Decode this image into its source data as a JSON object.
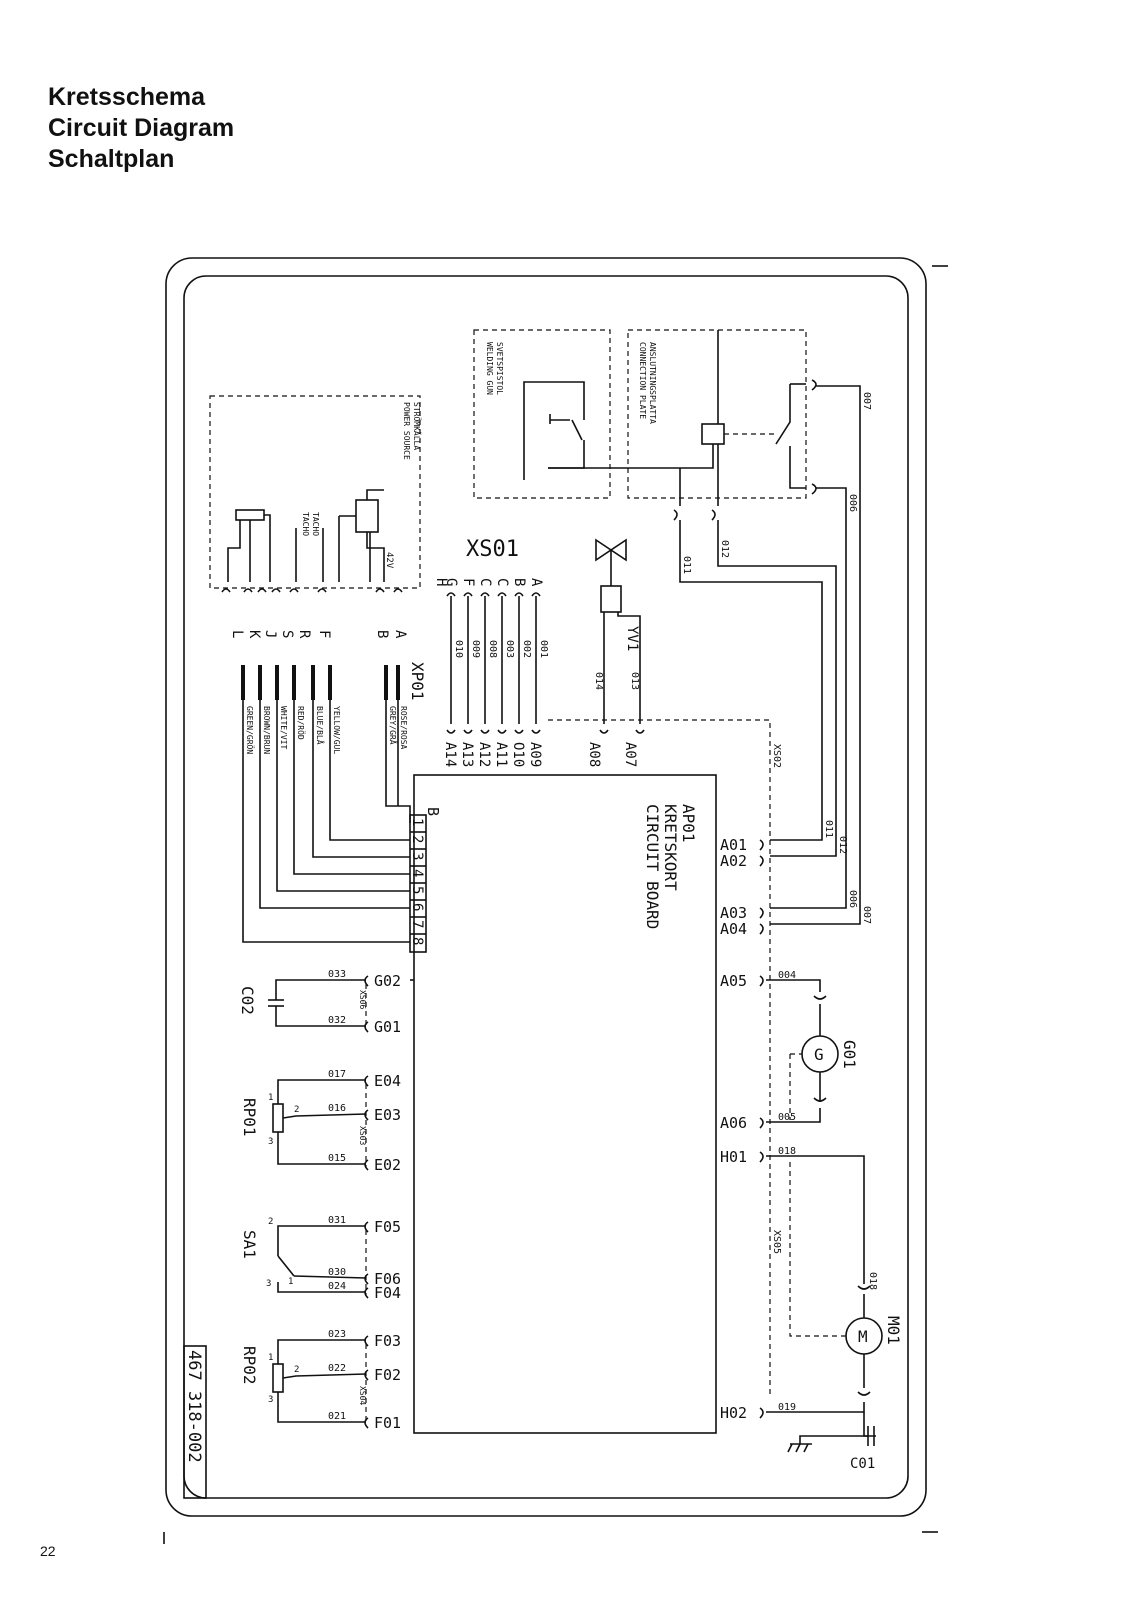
{
  "headings": [
    "Kretsschema",
    "Circuit Diagram",
    "Schaltplan"
  ],
  "page_number": "22",
  "drawing_number": "467 318-002",
  "circuit_board": {
    "id": "AP01",
    "name_sv": "KRETSKORT",
    "name_en": "CIRCUIT BOARD",
    "connector": "B",
    "pins": [
      "1",
      "2",
      "3",
      "4",
      "5",
      "6",
      "7",
      "8"
    ]
  },
  "power_source": {
    "name_sv": "STRÖMKÄLLA",
    "name_en": "POWER SOURCE",
    "voltage": "42V",
    "tacho_1": "TACHO",
    "tacho_2": "TACHO"
  },
  "welding_gun": {
    "name_sv": "SVETSPISTOL",
    "name_en": "WELDING GUN"
  },
  "connection_plate": {
    "name_sv": "ANSLUTNINGSPLATTA",
    "name_en": "CONNECTION PLATE"
  },
  "connector_xs01": {
    "id": "XS01",
    "pins": [
      "A",
      "B",
      "C",
      "C",
      "F",
      "G",
      "H"
    ]
  },
  "connector_xp01": {
    "id": "XP01",
    "pins": [
      "A",
      "B",
      "F",
      "R",
      "S",
      "J",
      "K",
      "L"
    ]
  },
  "wire_colors": [
    "ROSE/ROSA",
    "GREY/GRÅ",
    "YELLOW/GUL",
    "BLUE/BLÅ",
    "RED/RÖD",
    "WHITE/VIT",
    "BROWN/BRUN",
    "GREEN/GRÖN"
  ],
  "top_terminals": [
    "A14",
    "A13",
    "A12",
    "A11",
    "O10",
    "A09",
    "A08",
    "A07"
  ],
  "top_wires": [
    "010",
    "009",
    "008",
    "003",
    "002",
    "001",
    "014",
    "013"
  ],
  "valve": "YV1",
  "plate_wires": [
    "011",
    "012"
  ],
  "contact_wires": [
    "007",
    "006"
  ],
  "right_terminals": [
    "A01",
    "A02",
    "A03",
    "A04",
    "A05",
    "A06",
    "H01",
    "H02"
  ],
  "right_wires": [
    "011",
    "012",
    "006",
    "007",
    "004",
    "005",
    "018",
    "019"
  ],
  "connectors": [
    "XS02",
    "XS03",
    "XS04",
    "XS05",
    "XS06"
  ],
  "left_terminals": [
    "G02",
    "G01",
    "E04",
    "E03",
    "E02",
    "F05",
    "F06",
    "F04",
    "F03",
    "F02",
    "F01"
  ],
  "left_wires": [
    "033",
    "032",
    "017",
    "016",
    "015",
    "031",
    "030",
    "024",
    "023",
    "022",
    "021"
  ],
  "components": {
    "capacitor_1": "C02",
    "capacitor_2": "C01",
    "pot_1": "RP01",
    "pot_2": "RP02",
    "switch": "SA1",
    "generator": "G01",
    "generator_symbol": "G",
    "motor": "M01",
    "motor_symbol": "M"
  },
  "pin_numbers": [
    "1",
    "2",
    "3"
  ]
}
